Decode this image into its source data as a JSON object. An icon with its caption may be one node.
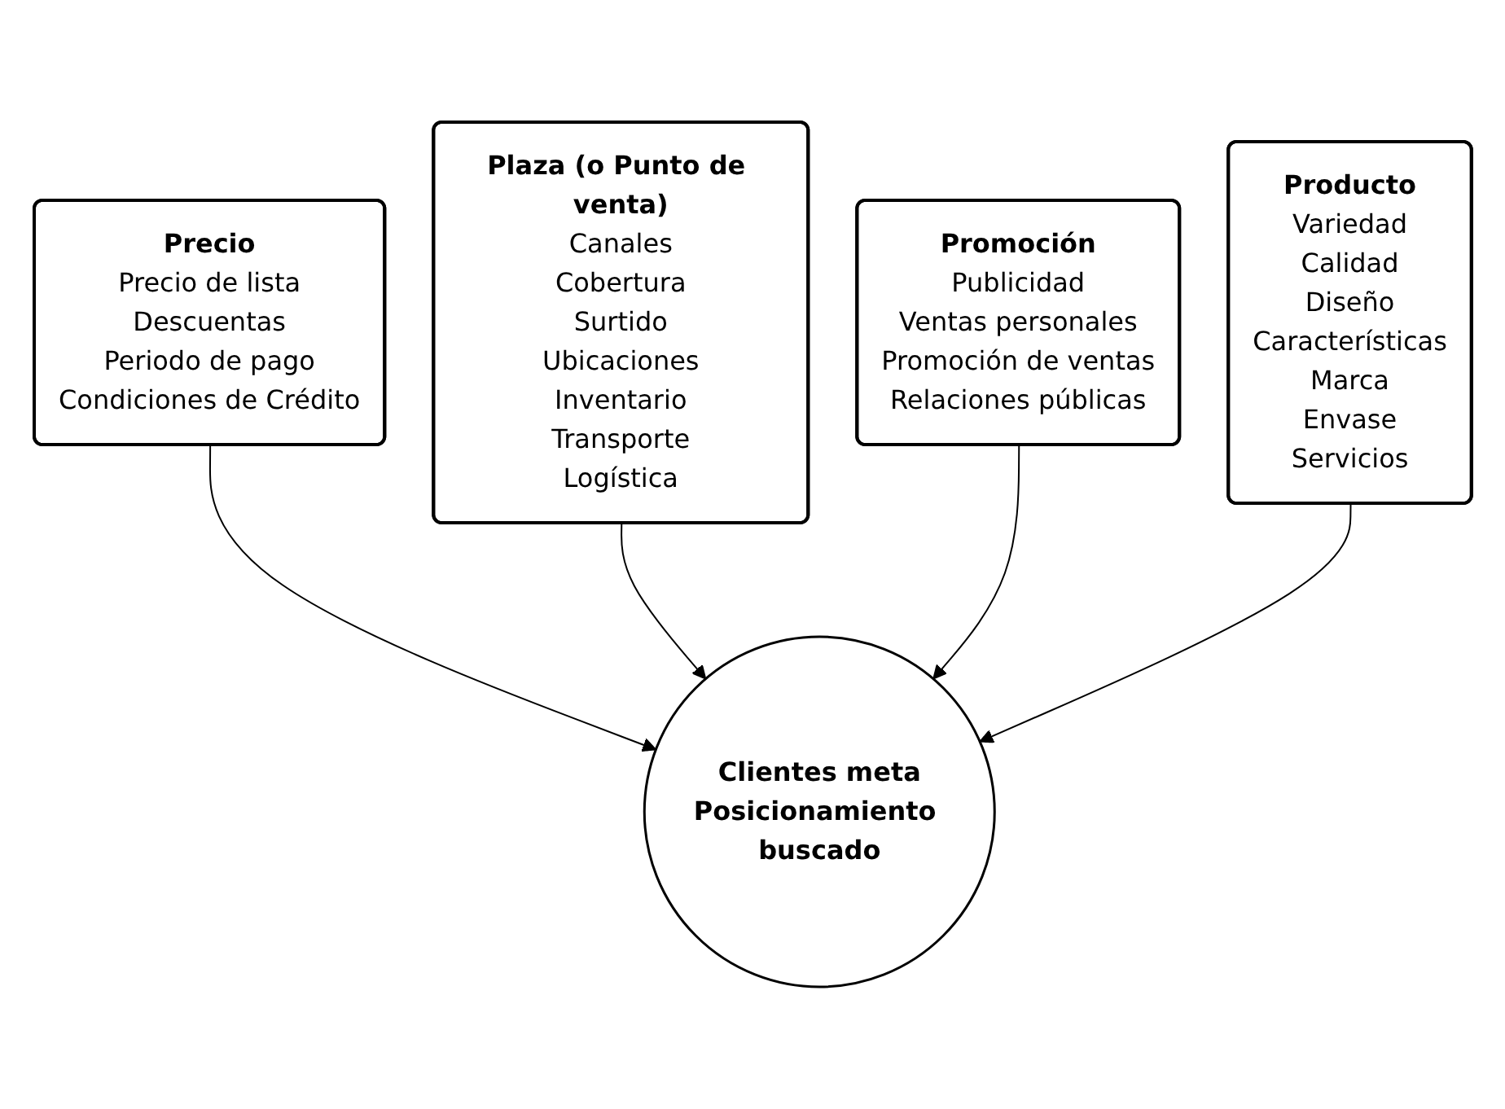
{
  "diagram": {
    "nodes": [
      {
        "text": [
          "Precio",
          "Precio de lista",
          "Descuentas",
          "Periodo de pago",
          "Condiciones de Crédito"
        ]
      },
      {
        "text": [
          "Plaza (o Punto de venta)",
          "Canales",
          "Cobertura",
          "Surtido",
          "Ubicaciones",
          "Inventario",
          "Transporte",
          "Logística"
        ]
      },
      {
        "text": [
          "Clientes meta",
          "Posicionamiento buscado"
        ]
      },
      {
        "text": [
          "Promoción",
          "Publicidad",
          "Ventas personales",
          "Promoción de ventas",
          "Relaciones públicas"
        ]
      },
      {
        "text": [
          "Producto",
          "Variedad",
          "Calidad",
          "Diseño",
          "Características",
          "Marca",
          "Envase",
          "Servicios"
        ]
      }
    ],
    "edges": [
      {
        "from": 0,
        "to": 2,
        "arrow": "to"
      },
      {
        "from": 1,
        "to": 2,
        "arrow": "to"
      },
      {
        "from": 3,
        "to": 2,
        "arrow": "to"
      },
      {
        "from": 4,
        "to": 2,
        "arrow": "to"
      }
    ]
  }
}
